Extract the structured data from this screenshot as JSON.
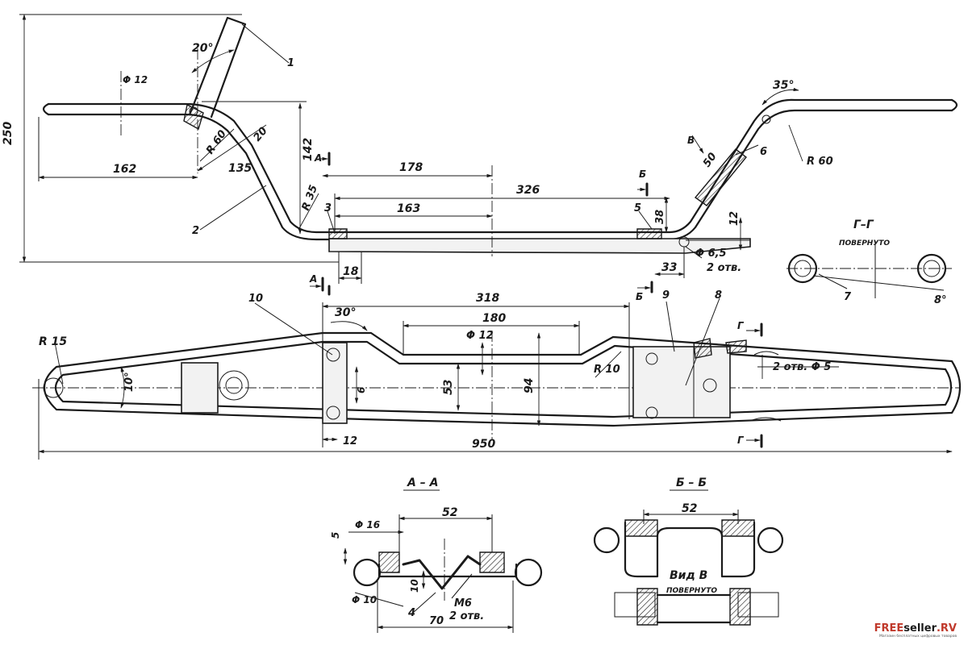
{
  "top_view": {
    "dims": {
      "d250": "250",
      "d162": "162",
      "d135": "135",
      "d142": "142",
      "d178": "178",
      "d326": "326",
      "d163": "163",
      "d38": "38",
      "d12": "12",
      "d18": "18",
      "d33": "33",
      "d20deg": "20°",
      "d35deg": "35°",
      "r60a": "R 60",
      "r60b": "R 60",
      "r35": "R 35",
      "d20": "20",
      "phi12": "Φ 12",
      "d50": "50",
      "phi65": "Φ 6,5",
      "holes2": "2 отв."
    },
    "callouts": {
      "c1": "1",
      "c2": "2",
      "c3": "3",
      "c5": "5",
      "c6": "6"
    },
    "sections": {
      "a": "А",
      "b": "Б",
      "v": "В"
    }
  },
  "plan_view": {
    "dims": {
      "r15": "R 15",
      "d10deg": "10°",
      "d318": "318",
      "d30deg": "30°",
      "d180": "180",
      "phi12": "Φ 12",
      "d53": "53",
      "d94": "94",
      "r10": "R 10",
      "holes": "2 отв. Φ 5",
      "d6": "6",
      "d12": "12",
      "d950": "950"
    },
    "callouts": {
      "c9": "9",
      "c8": "8",
      "c10": "10"
    },
    "sections": {
      "a": "А",
      "b": "Б",
      "g1": "Г",
      "g2": "Г"
    }
  },
  "section_gg": {
    "title": "Г–Г",
    "note": "ПОВЕРНУТО",
    "c7": "7",
    "angle": "8°"
  },
  "section_aa": {
    "title": "А – А",
    "dims": {
      "d52": "52",
      "phi16": "Φ 16",
      "d5": "5",
      "d10": "10",
      "phi10": "Φ 10",
      "m6": "M6",
      "holes": "2 отв.",
      "d70": "70"
    },
    "c4": "4"
  },
  "section_bb": {
    "title": "Б – Б",
    "d52": "52",
    "view_title": "Вид  В",
    "view_note": "ПОВЕРНУТО"
  },
  "watermark": {
    "name_part1": "FREE",
    "name_part2": "seller",
    "name_part3": ".RV",
    "subtitle": "Магазин бесплатных цифровых товаров"
  }
}
